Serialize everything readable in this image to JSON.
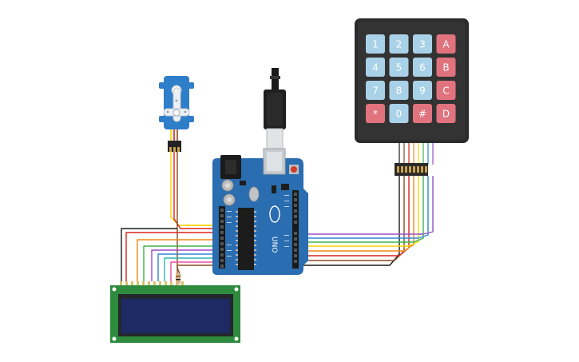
{
  "keypad": {
    "keys": [
      {
        "label": "1",
        "kind": "digit"
      },
      {
        "label": "2",
        "kind": "digit"
      },
      {
        "label": "3",
        "kind": "digit"
      },
      {
        "label": "A",
        "kind": "letter"
      },
      {
        "label": "4",
        "kind": "digit"
      },
      {
        "label": "5",
        "kind": "digit"
      },
      {
        "label": "6",
        "kind": "digit"
      },
      {
        "label": "B",
        "kind": "letter"
      },
      {
        "label": "7",
        "kind": "digit"
      },
      {
        "label": "8",
        "kind": "digit"
      },
      {
        "label": "9",
        "kind": "digit"
      },
      {
        "label": "C",
        "kind": "letter"
      },
      {
        "label": "*",
        "kind": "symbol"
      },
      {
        "label": "0",
        "kind": "digit"
      },
      {
        "label": "#",
        "kind": "symbol"
      },
      {
        "label": "D",
        "kind": "letter"
      }
    ]
  },
  "board": {
    "label": "UNO"
  },
  "colors": {
    "board": "#2a6db0",
    "key_digit": "#a9d2e8",
    "key_letter": "#e0737e",
    "keypad_body": "#2b2b2b",
    "lcd_screen": "#1d2a63",
    "lcd_pcb": "#2e8b3e",
    "servo": "#2f7ec9",
    "wire_red": "#d9261c",
    "wire_orange": "#f08a1a",
    "wire_yellow": "#f3d400",
    "wire_green": "#3bb34a",
    "wire_blue": "#2f86d6",
    "wire_purple": "#9a4fc4",
    "wire_teal": "#2bb5b5",
    "wire_pink": "#e8509a",
    "wire_black": "#1a1a1a"
  }
}
